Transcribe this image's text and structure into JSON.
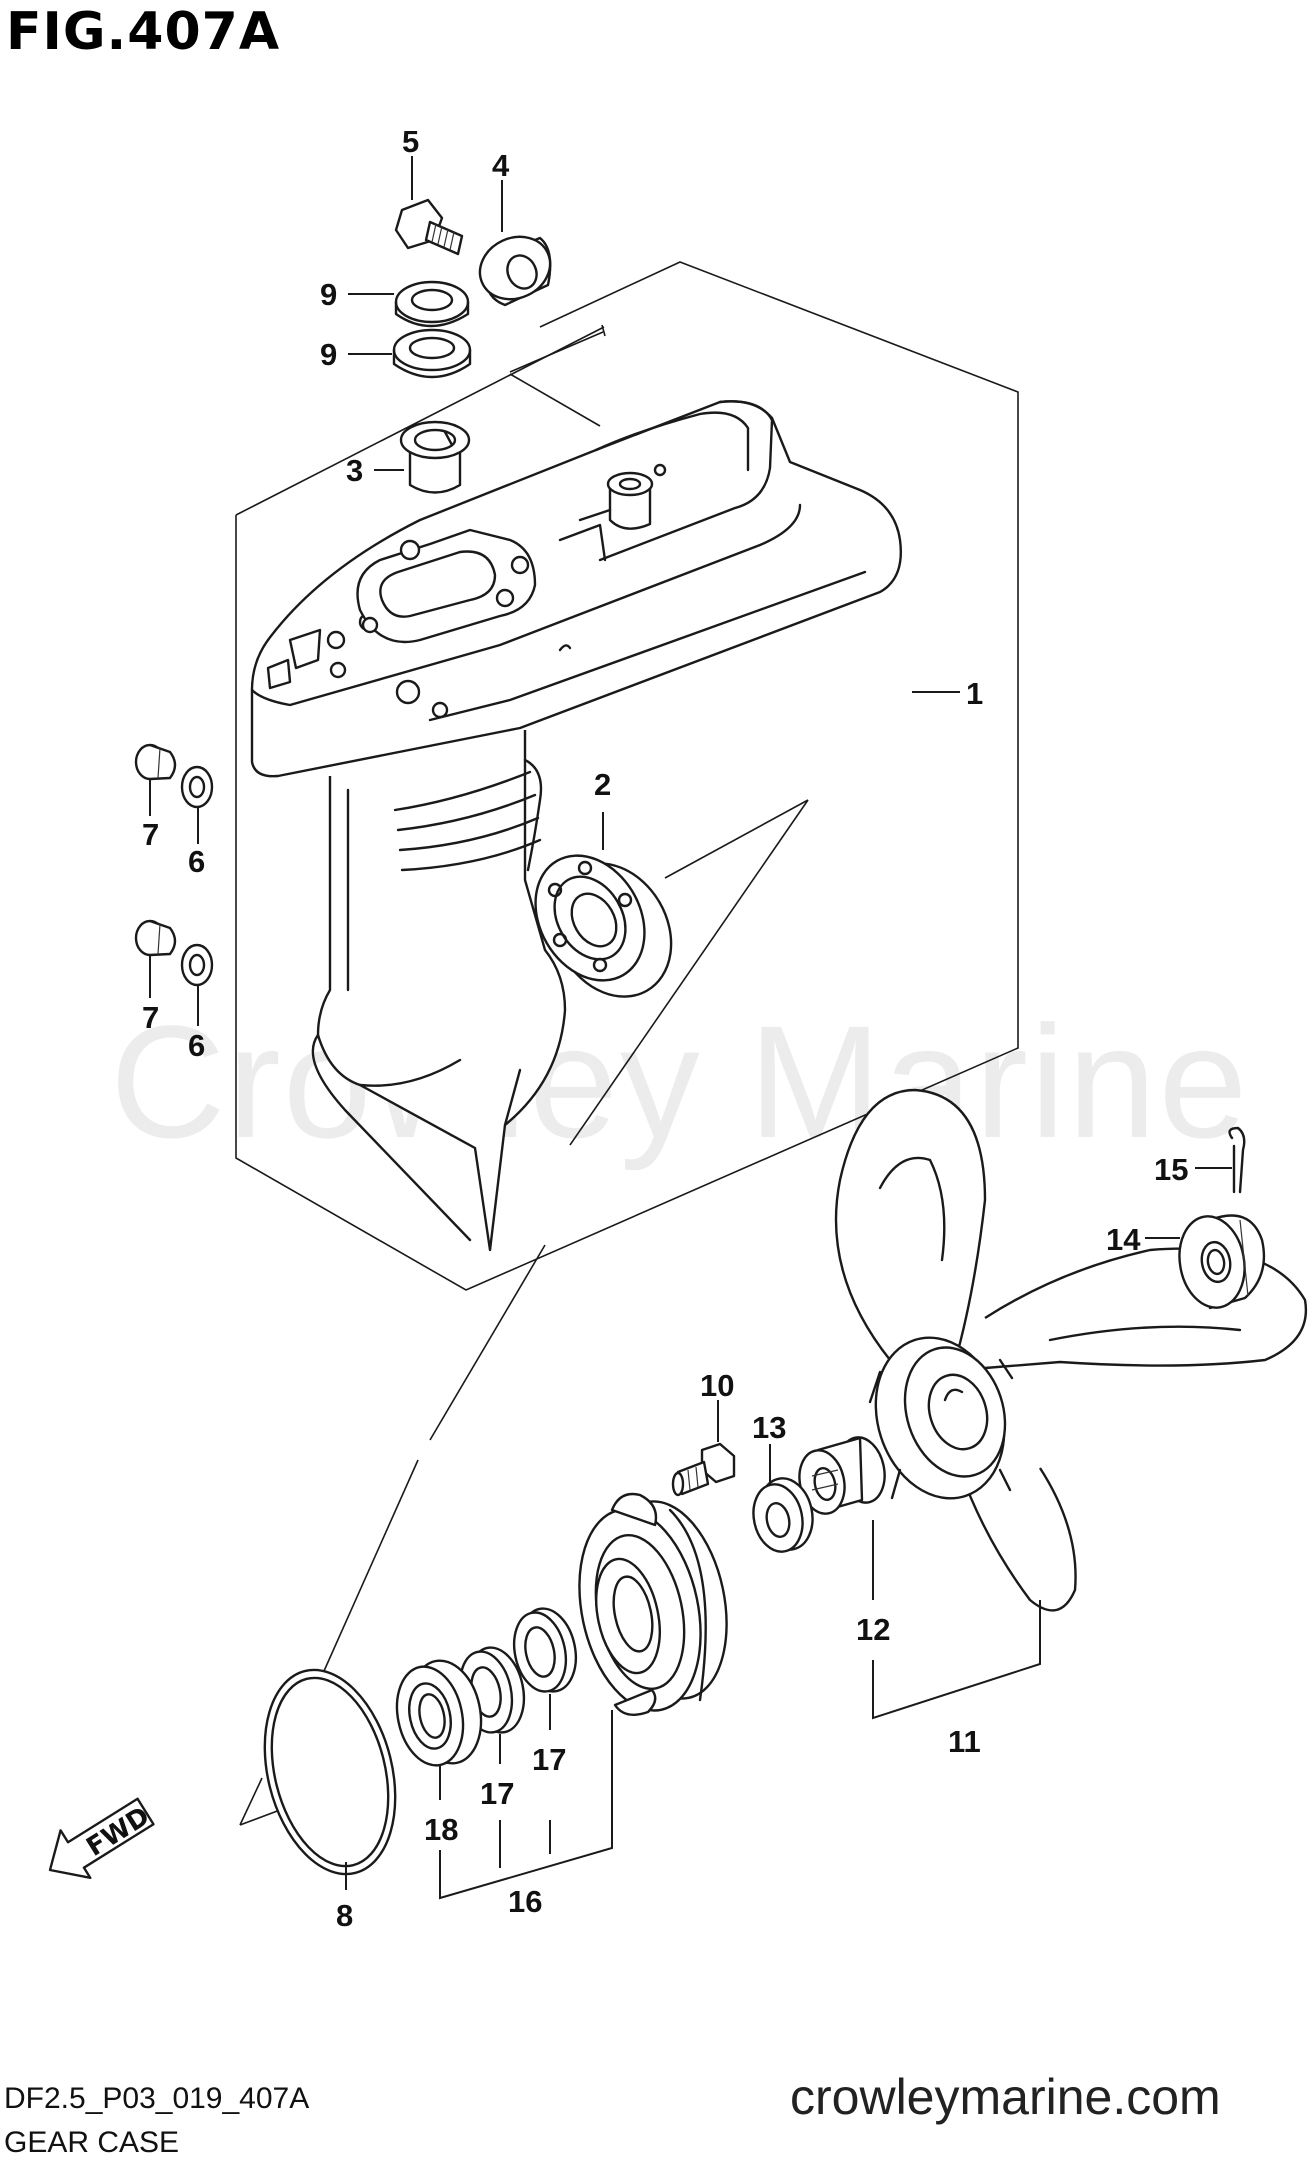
{
  "figure": {
    "title": "FIG.407A",
    "code": "DF2.5_P03_019_407A",
    "caption": "GEAR CASE"
  },
  "watermark": "Crowley Marine",
  "site": "crowleymarine.com",
  "fwd_label": "FWD",
  "callouts": [
    "1",
    "2",
    "3",
    "4",
    "5",
    "6",
    "6",
    "7",
    "7",
    "8",
    "9",
    "9",
    "10",
    "11",
    "12",
    "13",
    "14",
    "15",
    "16",
    "17",
    "17",
    "18"
  ],
  "parts": [
    {
      "ref": "1",
      "name": "gear-case"
    },
    {
      "ref": "2",
      "name": "bearing"
    },
    {
      "ref": "3",
      "name": "bushing"
    },
    {
      "ref": "4",
      "name": "cap"
    },
    {
      "ref": "5",
      "name": "bolt"
    },
    {
      "ref": "6",
      "name": "gasket"
    },
    {
      "ref": "7",
      "name": "plug"
    },
    {
      "ref": "8",
      "name": "o-ring"
    },
    {
      "ref": "9",
      "name": "oil-seal"
    },
    {
      "ref": "10",
      "name": "bolt"
    },
    {
      "ref": "11",
      "name": "propeller"
    },
    {
      "ref": "12",
      "name": "bushing"
    },
    {
      "ref": "13",
      "name": "washer"
    },
    {
      "ref": "14",
      "name": "propeller-nut"
    },
    {
      "ref": "15",
      "name": "cotter-pin"
    },
    {
      "ref": "16",
      "name": "housing-assembly"
    },
    {
      "ref": "17",
      "name": "oil-seal"
    },
    {
      "ref": "18",
      "name": "bearing"
    }
  ],
  "colors": {
    "ink": "#1a1a1a",
    "watermark": "#ececec",
    "background": "#ffffff"
  }
}
